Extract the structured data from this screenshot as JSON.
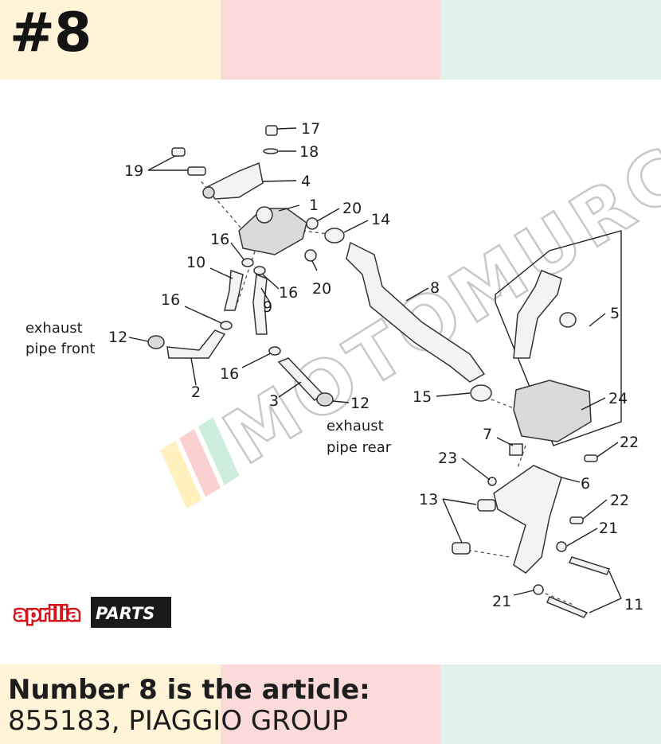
{
  "header": {
    "title": "#8"
  },
  "colors": {
    "band_1": "#fff4d8",
    "band_2": "#fbdada",
    "band_3": "#dff3ec"
  },
  "diagram": {
    "labels": {
      "l1": "1",
      "l2": "2",
      "l3": "3",
      "l4": "4",
      "l5": "5",
      "l6": "6",
      "l7": "7",
      "l8": "8",
      "l9": "9",
      "l10": "10",
      "l11": "11",
      "l12a": "12",
      "l12b": "12",
      "l13": "13",
      "l14": "14",
      "l15": "15",
      "l16a": "16",
      "l16b": "16",
      "l16c": "16",
      "l16d": "16",
      "l17": "17",
      "l18": "18",
      "l19": "19",
      "l20a": "20",
      "l20b": "20",
      "l21a": "21",
      "l21b": "21",
      "l22a": "22",
      "l22b": "22",
      "l23": "23",
      "l24": "24"
    },
    "notes": {
      "front_line1": "exhaust",
      "front_line2": "pipe front",
      "rear_line1": "exhaust",
      "rear_line2": "pipe rear"
    },
    "watermark": "MOTOMURCIA"
  },
  "logo": {
    "brand": "aprilia",
    "badge": "PARTS"
  },
  "article": {
    "title": "Number 8 is the article:",
    "value": "855183, PIAGGIO GROUP"
  }
}
